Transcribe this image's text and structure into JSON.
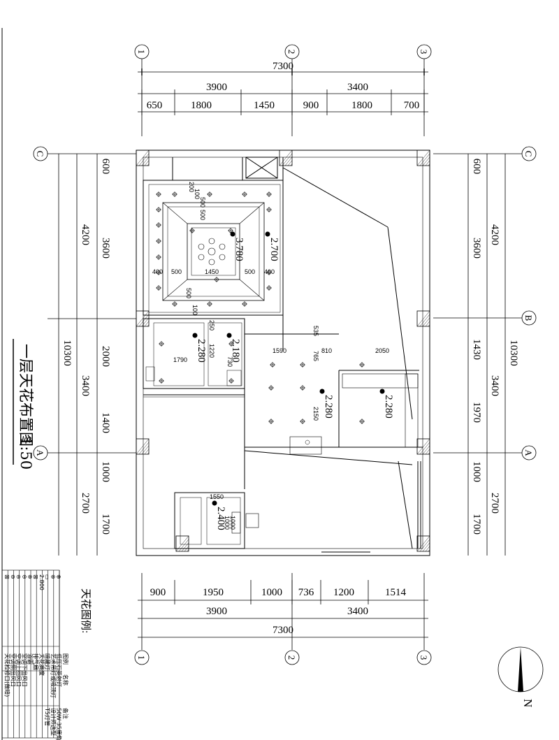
{
  "title": "一层天花布置图",
  "scale": "1:50",
  "axes": {
    "columns": [
      "1",
      "2",
      "3"
    ],
    "rows": [
      "C",
      "B",
      "A"
    ]
  },
  "dims_top": {
    "total": "7300",
    "bays": [
      "3900",
      "3400"
    ],
    "details": [
      "650",
      "1800",
      "1450",
      "900",
      "1800",
      "700"
    ]
  },
  "dims_bottom": {
    "total": "7300",
    "bays": [
      "3900",
      "3400"
    ],
    "details": [
      "900",
      "1950",
      "1000",
      "736",
      "1200",
      "1514"
    ]
  },
  "dims_left": {
    "total": "10300",
    "bays": [
      "4200",
      "3400",
      "2700"
    ],
    "details": [
      "600",
      "3600",
      "2000",
      "1400",
      "1000",
      "1700"
    ]
  },
  "dims_right": {
    "total": "10300",
    "bays": [
      "4200",
      "3400",
      "2700"
    ],
    "details": [
      "600",
      "3600",
      "1430",
      "1970",
      "1000",
      "1700"
    ]
  },
  "elevations": [
    "3.780",
    "2.700",
    "2.280",
    "2.180",
    "2.280",
    "2.280",
    "2.400"
  ],
  "inner_dims": [
    "200",
    "100",
    "500",
    "500",
    "400",
    "500",
    "1450",
    "500",
    "400",
    "500",
    "100",
    "250",
    "1220",
    "1790",
    "730",
    "535",
    "765",
    "1590",
    "810",
    "2050",
    "2150",
    "1550",
    "1000",
    "1000"
  ],
  "north_label": "N",
  "legend": {
    "title": "天花图例:",
    "headers": [
      "图例",
      "名称",
      "备注"
    ],
    "rows": [
      [
        "⊕",
        "低压石英射灯",
        "50W 35度角"
      ],
      [
        "⊗",
        "艺术吊灯或吸顶灯",
        "设计师选型"
      ],
      [
        "▭",
        "暗藏灯",
        "T5灯管"
      ],
      [
        "2.800",
        "天花高度",
        ""
      ],
      [
        "⊠",
        "排气扇",
        ""
      ],
      [
        "⊗",
        "浴霸",
        ""
      ],
      [
        "⊖",
        "空调下出风口",
        ""
      ],
      [
        "⊖",
        "空调上回风口",
        ""
      ],
      [
        "⊖",
        "空调侧出风口",
        ""
      ],
      [
        "⊠",
        "天花检修口(做暗)",
        ""
      ]
    ]
  }
}
